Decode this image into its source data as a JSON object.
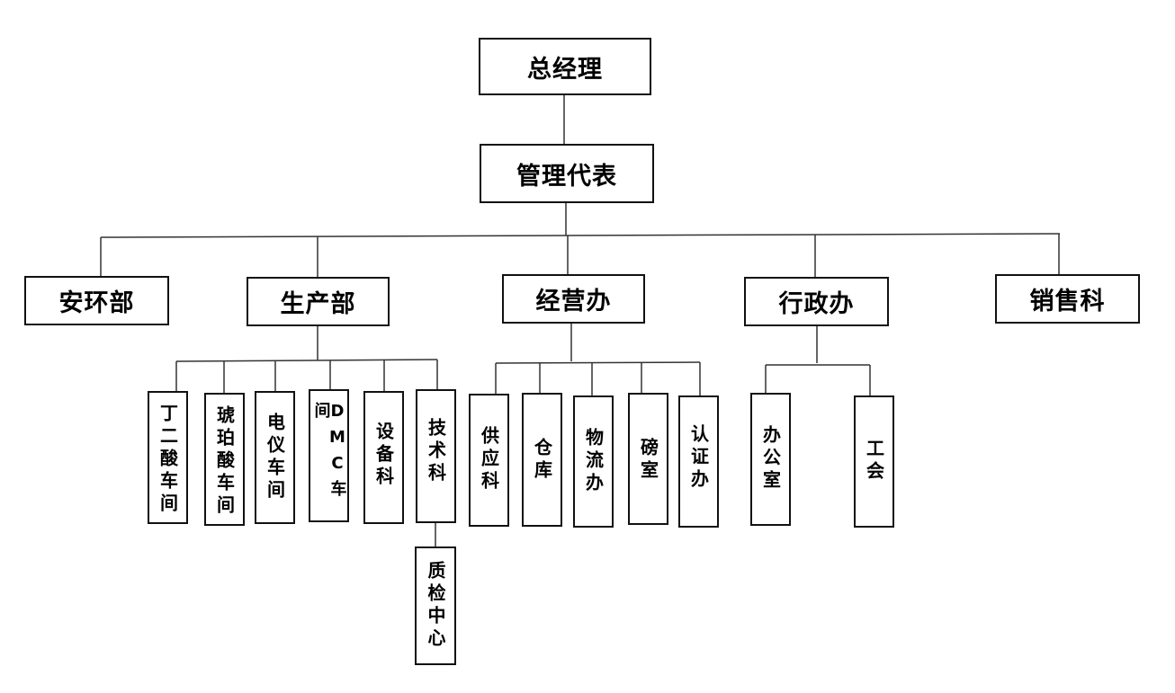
{
  "nodes": {
    "general_manager": "总经理",
    "management_rep": "管理代表",
    "safety_env": "安环部",
    "production": "生产部",
    "operations": "经营办",
    "administration": "行政办",
    "sales": "销售科",
    "p_butanedioic": "丁二酸车间",
    "p_succinic": "琥珀酸车间",
    "p_instrument": "电仪车间",
    "p_dmc": "DMC车间",
    "p_equipment": "设备科",
    "p_technology": "技术科",
    "p_quality": "质检中心",
    "o_supply": "供应科",
    "o_warehouse": "仓库",
    "o_logistics": "物流办",
    "o_weighroom": "磅室",
    "o_certification": "认证办",
    "a_office": "办公室",
    "a_union": "工会"
  }
}
